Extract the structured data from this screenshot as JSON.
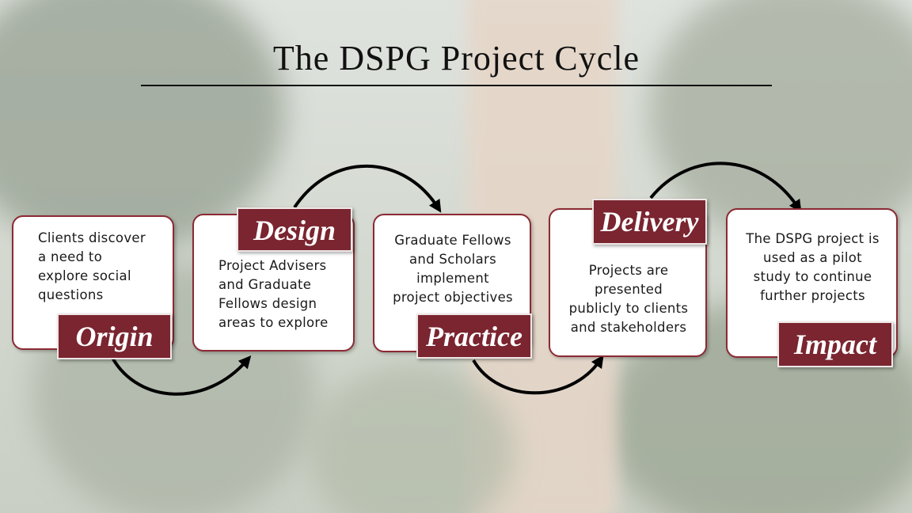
{
  "title": "The DSPG Project Cycle",
  "colors": {
    "accent": "#7a2530",
    "border": "#8b2a33",
    "arrow": "#000000"
  },
  "stages": [
    {
      "name": "Origin",
      "text_lines": [
        "Clients discover",
        "a need to",
        "explore social",
        "questions"
      ]
    },
    {
      "name": "Design",
      "text_lines": [
        "Project Advisers",
        "and Graduate",
        "Fellows design",
        "areas to explore"
      ]
    },
    {
      "name": "Practice",
      "text_lines": [
        "Graduate Fellows",
        "and Scholars",
        "implement",
        "project objectives"
      ]
    },
    {
      "name": "Delivery",
      "text_lines": [
        "Projects are",
        "presented",
        "publicly to clients",
        "and stakeholders"
      ]
    },
    {
      "name": "Impact",
      "text_lines": [
        "The DSPG project is",
        "used as a pilot",
        "study to continue",
        "further projects"
      ]
    }
  ]
}
